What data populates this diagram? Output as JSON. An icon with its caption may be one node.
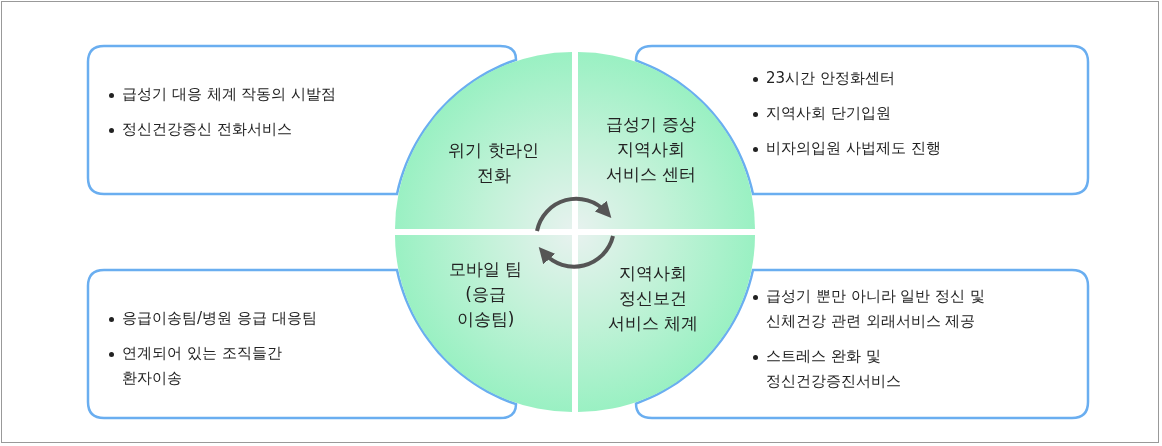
{
  "diagram": {
    "nodes": [
      {
        "text": [
          "급성기 대응 체계 작동의 시발점",
          "정신건강증신 전화서비스"
        ]
      },
      {
        "text": [
          "위기 핫라인 전화"
        ]
      },
      {
        "text": [
          "급성기 증상 지역사회 서비스 센터"
        ]
      },
      {
        "text": [
          "23시간 안정화센터",
          "지역사회 단기입원",
          "비자의입원 사법제도 진행"
        ]
      },
      {
        "text": [
          "응급이송팀/병원 응급 대응팀",
          "연계되어 있는 조직들간 환자이송"
        ]
      },
      {
        "text": [
          "모바일 팀 (응급 이송팀)"
        ]
      },
      {
        "text": [
          "지역사회 정신보건 서비스 체계"
        ]
      },
      {
        "text": [
          "급성기 뿐만 아니라 일반 정신 및 신체건강 관련 외래서비스 제공",
          "스트레스 완화 및 정신건강증진서비스"
        ]
      }
    ],
    "edges": [
      {
        "from": 1,
        "to": 2,
        "arrow": "to"
      },
      {
        "from": 6,
        "to": 5,
        "arrow": "to"
      }
    ]
  }
}
